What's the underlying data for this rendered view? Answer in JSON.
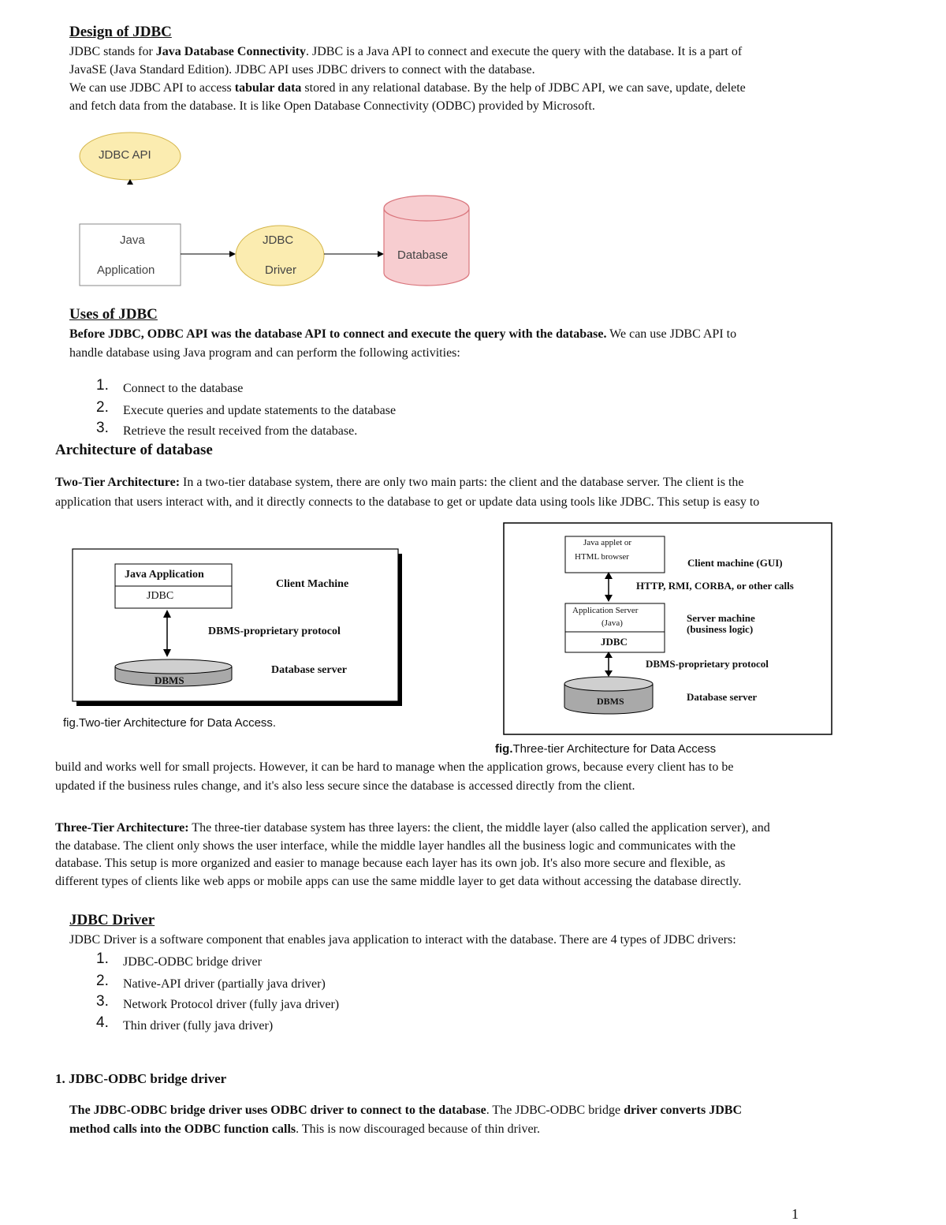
{
  "section1": {
    "heading": "Design of JDBC",
    "p1_line1_a": "JDBC stands for ",
    "p1_line1_b": "Java Database Connectivity",
    "p1_line1_c": ". JDBC is a Java API to connect and execute the query with the database. It is a part of",
    "p1_line2": "JavaSE (Java Standard Edition). JDBC API uses JDBC drivers to connect with the database.",
    "p2_line1_a": "We can use JDBC API to access ",
    "p2_line1_b": "tabular data",
    "p2_line1_c": " stored in any relational database. By the help of JDBC API, we can save, update, delete",
    "p2_line2": "and fetch data from the database. It is like Open Database Connectivity (ODBC) provided by Microsoft."
  },
  "diagram1": {
    "api": "JDBC API",
    "app_line1": "Java",
    "app_line2": "Application",
    "driver_line1": "JDBC",
    "driver_line2": "Driver",
    "database": "Database",
    "colors": {
      "api_fill": "#fbecb0",
      "driver_fill": "#fbecb0",
      "db_fill": "#f7cdd0",
      "db_stroke": "#d9747b"
    }
  },
  "section2": {
    "heading": "Uses of JDBC",
    "p_bold": "Before JDBC, ODBC API was the database API to connect and execute the query with the database.",
    "p_rest": " We can use JDBC API to",
    "p_line2": "handle database using Java program and can perform the following activities:",
    "items": [
      {
        "num": "1.",
        "text": "Connect to the database"
      },
      {
        "num": "2.",
        "text": "Execute queries and update statements to the database"
      },
      {
        "num": "3.",
        "text": "Retrieve the result received from the database."
      }
    ]
  },
  "section3": {
    "heading": "Architecture of database",
    "two_tier_label": "Two-Tier Architecture:",
    "two_tier_line1": " In a two-tier database system, there are only two main parts: the client and the database server. The client is the",
    "two_tier_line2": "application that users interact with, and it directly connects to the database to get or update data using tools like JDBC. This setup is easy to",
    "two_tier_line3": "build and works well for small projects. However, it can be hard to manage when the application grows, because every client has to be",
    "two_tier_line4": "updated if the business rules change, and it's also less secure since the database is accessed directly from the client.",
    "three_tier_label": "Three-Tier Architecture:",
    "three_tier_line1": " The three-tier database system has three layers: the client, the middle layer (also called the application server), and",
    "three_tier_line2": "the database. The client only shows the user interface, while the middle layer handles all the business logic and communicates with the",
    "three_tier_line3": "database. This setup is more organized and easier to manage because each layer has its own job. It's also more secure and flexible, as",
    "three_tier_line4": "different types of clients like web apps or mobile apps can use the same middle layer to get data without accessing the database directly."
  },
  "fig_two_tier": {
    "app": "Java Application",
    "jdbc": "JDBC",
    "client_machine": "Client Machine",
    "protocol": "DBMS-proprietary protocol",
    "dbms": "DBMS",
    "db_server": "Database server",
    "caption": "fig.Two-tier Architecture for Data Access."
  },
  "fig_three_tier": {
    "client_line1": "Java applet or",
    "client_line2": "HTML browser",
    "client_machine": "Client machine (GUI)",
    "calls": "HTTP, RMI, CORBA, or other calls",
    "app_server_line1": "Application Server",
    "app_server_line2": "(Java)",
    "jdbc": "JDBC",
    "server_machine_line1": "Server machine",
    "server_machine_line2": "(business logic)",
    "protocol": "DBMS-proprietary protocol",
    "dbms": "DBMS",
    "db_server": "Database server",
    "caption_bold": "fig.",
    "caption_rest": "Three-tier Architecture for Data Access"
  },
  "section4": {
    "heading": "JDBC Driver",
    "intro": "JDBC Driver is a software component that enables java application to interact with the database. There are 4 types of JDBC drivers:",
    "items": [
      {
        "num": "1.",
        "text": "JDBC-ODBC bridge driver"
      },
      {
        "num": "2.",
        "text": "Native-API driver (partially java driver)"
      },
      {
        "num": "3.",
        "text": "Network Protocol driver (fully java driver)"
      },
      {
        "num": "4.",
        "text": "Thin driver (fully java driver)"
      }
    ]
  },
  "section5": {
    "heading": "1. JDBC-ODBC bridge driver",
    "p_bold1": "The JDBC-ODBC bridge driver uses ODBC driver to connect to the database",
    "p_mid": ". The JDBC-ODBC bridge ",
    "p_bold2": "driver converts JDBC",
    "p_line2_bold": "method calls into the ODBC function calls",
    "p_line2_rest": ". This is now discouraged because of thin driver."
  },
  "page_number": "1"
}
